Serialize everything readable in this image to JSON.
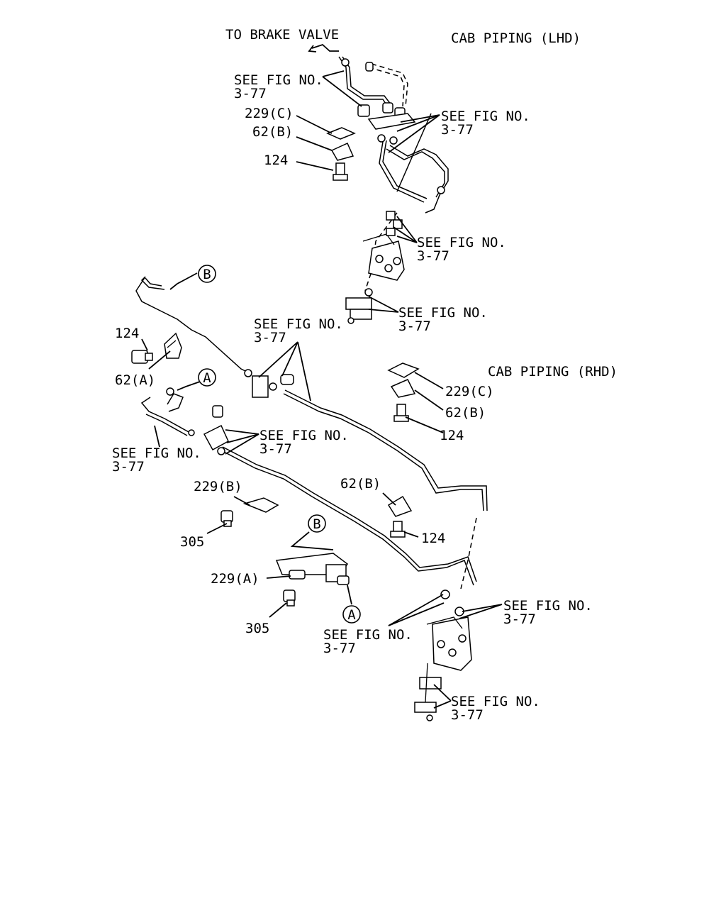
{
  "labels": {
    "to_brake_valve": "TO BRAKE VALVE",
    "cab_piping_lhd": "CAB PIPING (LHD)",
    "cab_piping_rhd": "CAB PIPING (RHD)",
    "see_fig": "SEE FIG NO.",
    "fig_num": "3-77",
    "p229c": "229(C)",
    "p62b": "62(B)",
    "p124": "124",
    "p62a": "62(A)",
    "p229b": "229(B)",
    "p229a": "229(A)",
    "p305": "305",
    "ref_a": "A",
    "ref_b": "B"
  }
}
